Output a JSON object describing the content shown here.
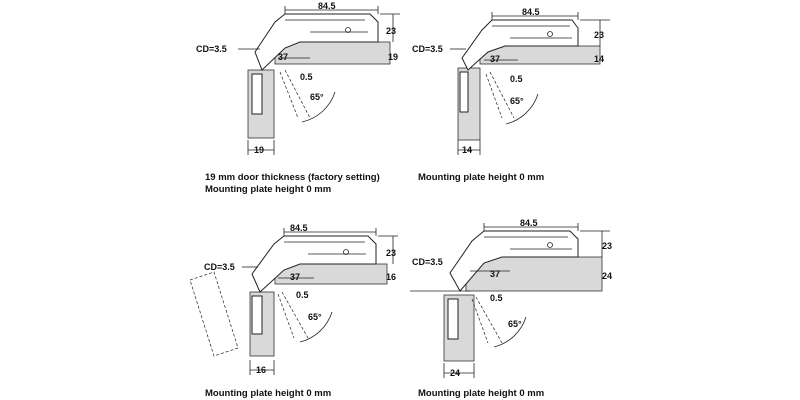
{
  "variants": [
    {
      "dims": {
        "width": "84.5",
        "height": "23",
        "cd": "CD=3.5",
        "offset": "37",
        "gap": "0.5",
        "angle": "65°",
        "thickness": "19",
        "bottom": "19"
      },
      "caption": [
        "19 mm door thickness (factory setting)",
        "Mounting plate height 0 mm"
      ]
    },
    {
      "dims": {
        "width": "84.5",
        "height": "23",
        "cd": "CD=3.5",
        "offset": "37",
        "gap": "0.5",
        "angle": "65°",
        "thickness": "14",
        "bottom": "14"
      },
      "caption": [
        "Mounting plate height 0 mm"
      ]
    },
    {
      "dims": {
        "width": "84.5",
        "height": "23",
        "cd": "CD=3.5",
        "offset": "37",
        "gap": "0.5",
        "angle": "65°",
        "thickness": "16",
        "bottom": "16"
      },
      "caption": [
        "Mounting plate height 0 mm"
      ]
    },
    {
      "dims": {
        "width": "84.5",
        "height": "23",
        "cd": "CD=3.5",
        "offset": "37",
        "gap": "0.5",
        "angle": "65°",
        "thickness": "24",
        "bottom": "24"
      },
      "caption": [
        "Mounting plate height 0 mm"
      ]
    }
  ]
}
